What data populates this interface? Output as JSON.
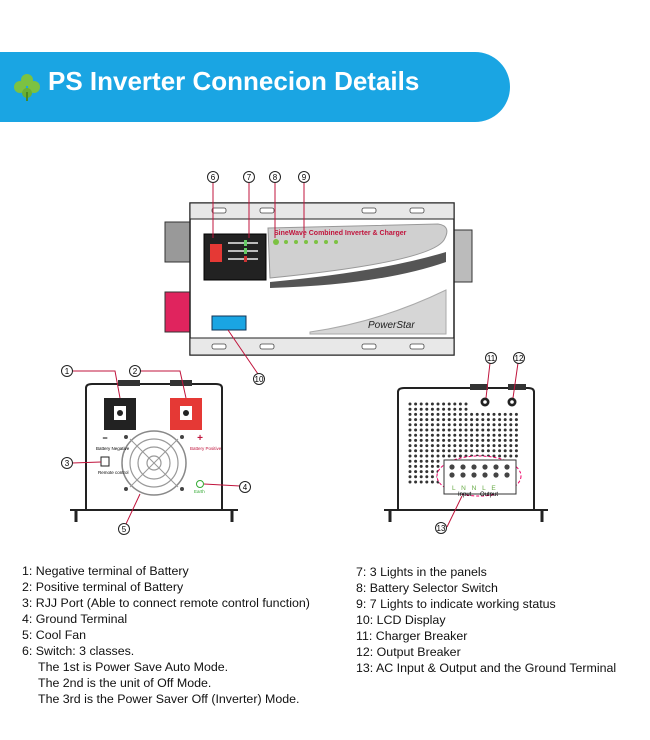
{
  "header": {
    "title": "PS Inverter Connecion Details"
  },
  "device": {
    "panel_title": "SineWave Combined Inverter & Charger",
    "brand": "PowerStar",
    "callouts": [
      "6",
      "7",
      "8",
      "9",
      "10",
      "1",
      "2",
      "3",
      "4",
      "5",
      "11",
      "12",
      "13"
    ],
    "front_labels": {
      "battery_negative": "Battery Negative",
      "battery_positive": "Battery Positive",
      "remote_control": "Remote control",
      "earth": "Earth",
      "minus": "−",
      "plus": "+"
    },
    "back_labels": {
      "input": "Input",
      "output": "Output",
      "terminals": "L N N L E"
    }
  },
  "legend": {
    "left": [
      "1: Negative terminal of Battery",
      "2: Positive terminal of Battery",
      "3: RJJ Port (Able to connect remote control function)",
      "4: Ground Terminal",
      "5: Cool Fan",
      "6: Switch: 3 classes."
    ],
    "switch_modes": [
      "The 1st is Power Save Auto Mode.",
      "The 2nd is the unit of Off Mode.",
      "The 3rd is the Power Saver Off (Inverter) Mode."
    ],
    "right": [
      "7: 3 Lights in the panels",
      "8: Battery Selector Switch",
      "9: 7 Lights to indicate working status",
      "10: LCD Display",
      "11: Charger Breaker",
      "12: Output Breaker",
      "13: AC Input & Output and the Ground Terminal"
    ]
  }
}
